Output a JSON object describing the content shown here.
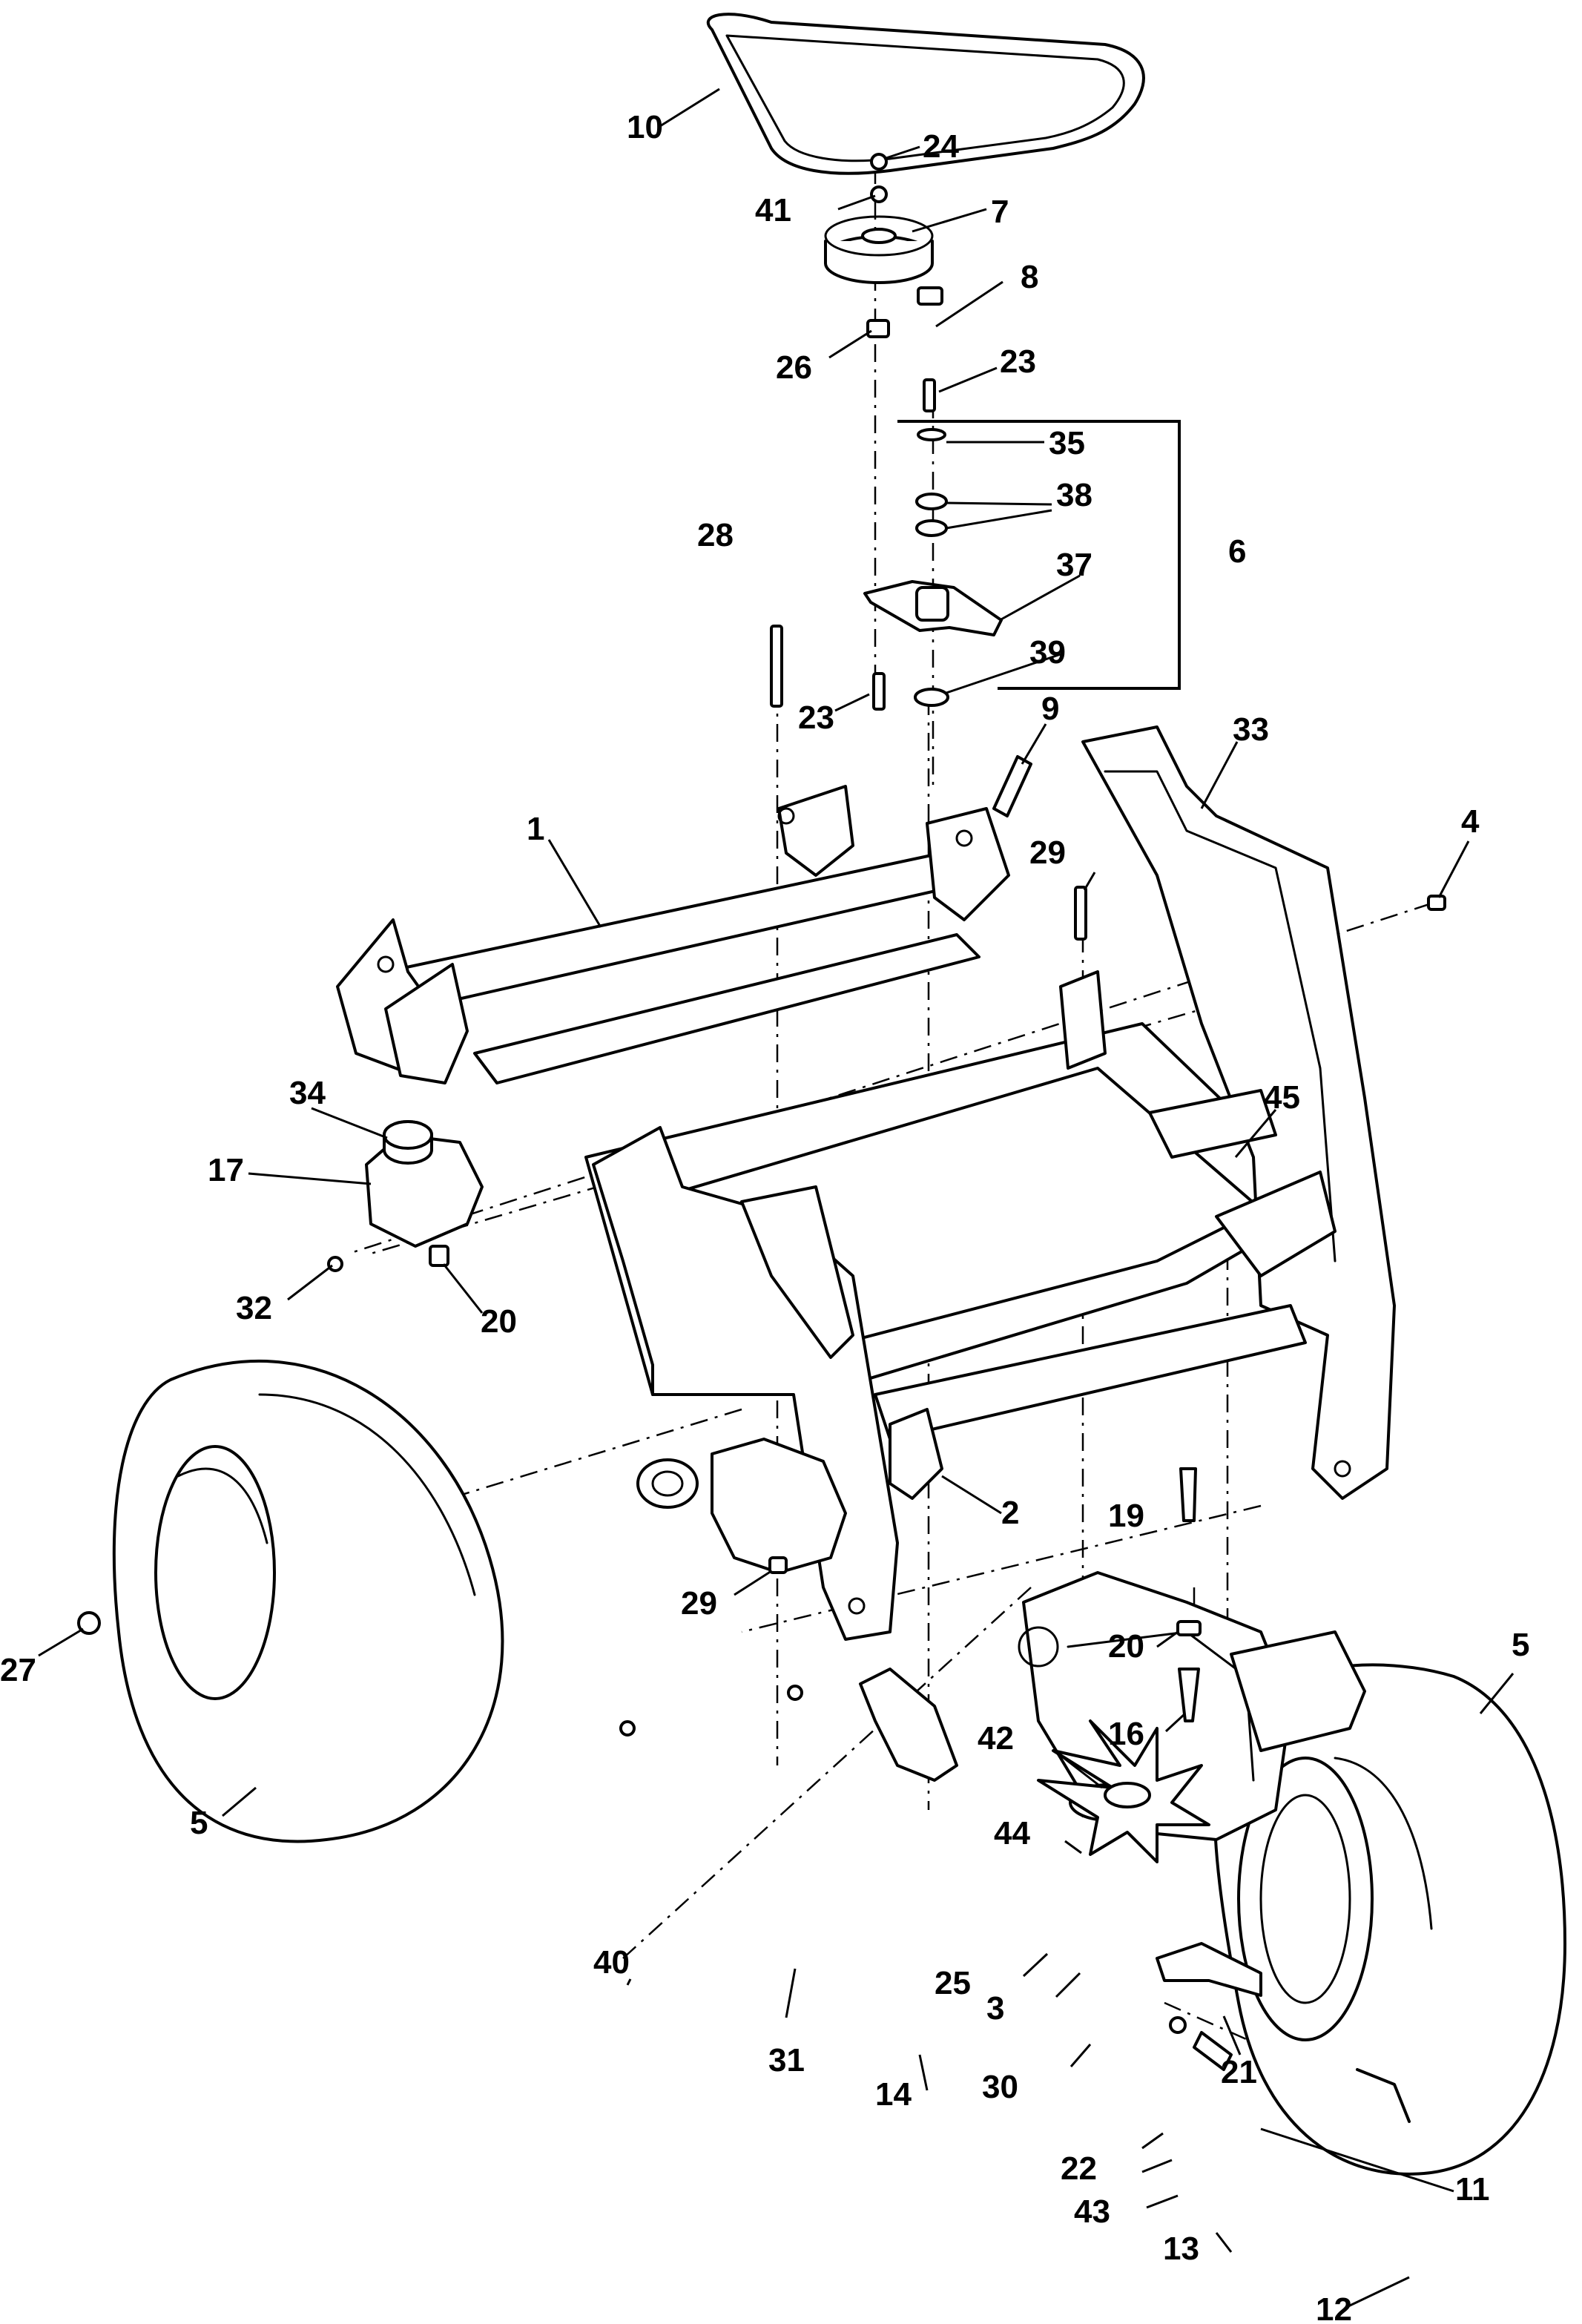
{
  "diagram": {
    "line_color": "#000000",
    "background": "#ffffff",
    "callouts": [
      {
        "id": "c1",
        "text": "1"
      },
      {
        "id": "c2",
        "text": "2"
      },
      {
        "id": "c3",
        "text": "3"
      },
      {
        "id": "c4",
        "text": "4"
      },
      {
        "id": "c5a",
        "text": "5"
      },
      {
        "id": "c5b",
        "text": "5"
      },
      {
        "id": "c6",
        "text": "6"
      },
      {
        "id": "c7",
        "text": "7"
      },
      {
        "id": "c8",
        "text": "8"
      },
      {
        "id": "c9",
        "text": "9"
      },
      {
        "id": "c10",
        "text": "10"
      },
      {
        "id": "c11",
        "text": "11"
      },
      {
        "id": "c12",
        "text": "12"
      },
      {
        "id": "c13",
        "text": "13"
      },
      {
        "id": "c14",
        "text": "14"
      },
      {
        "id": "c16",
        "text": "16"
      },
      {
        "id": "c17",
        "text": "17"
      },
      {
        "id": "c19",
        "text": "19"
      },
      {
        "id": "c20a",
        "text": "20"
      },
      {
        "id": "c20b",
        "text": "20"
      },
      {
        "id": "c21",
        "text": "21"
      },
      {
        "id": "c22",
        "text": "22"
      },
      {
        "id": "c23a",
        "text": "23"
      },
      {
        "id": "c23b",
        "text": "23"
      },
      {
        "id": "c24",
        "text": "24"
      },
      {
        "id": "c25",
        "text": "25"
      },
      {
        "id": "c26",
        "text": "26"
      },
      {
        "id": "c27",
        "text": "27"
      },
      {
        "id": "c28",
        "text": "28"
      },
      {
        "id": "c29a",
        "text": "29"
      },
      {
        "id": "c29b",
        "text": "29"
      },
      {
        "id": "c30",
        "text": "30"
      },
      {
        "id": "c31",
        "text": "31"
      },
      {
        "id": "c32",
        "text": "32"
      },
      {
        "id": "c33",
        "text": "33"
      },
      {
        "id": "c34",
        "text": "34"
      },
      {
        "id": "c35",
        "text": "35"
      },
      {
        "id": "c37",
        "text": "37"
      },
      {
        "id": "c38",
        "text": "38"
      },
      {
        "id": "c39",
        "text": "39"
      },
      {
        "id": "c40",
        "text": "40"
      },
      {
        "id": "c41",
        "text": "41"
      },
      {
        "id": "c42",
        "text": "42"
      },
      {
        "id": "c43",
        "text": "43"
      },
      {
        "id": "c44",
        "text": "44"
      },
      {
        "id": "c45",
        "text": "45"
      }
    ]
  }
}
